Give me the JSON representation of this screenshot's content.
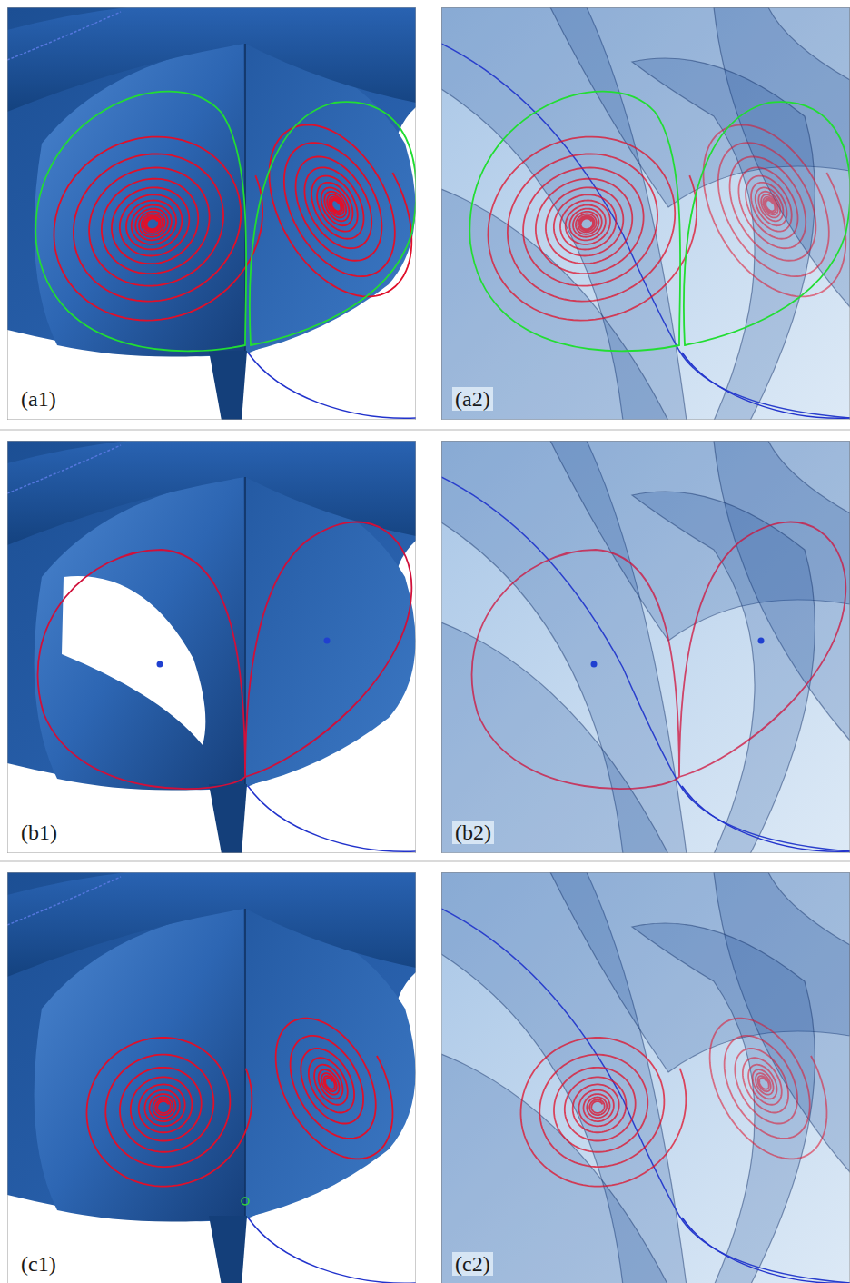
{
  "diagram": {
    "labels": [
      "(a1)",
      "(a2)",
      "(b1)",
      "(b2)",
      "(c1)",
      "(c2)"
    ]
  }
}
